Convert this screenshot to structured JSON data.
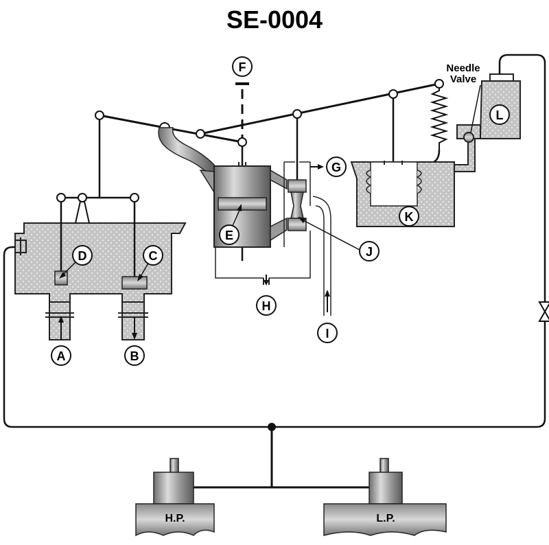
{
  "title": "SE-0004",
  "labels": {
    "A": "A",
    "B": "B",
    "C": "C",
    "D": "D",
    "E": "E",
    "F": "F",
    "G": "G",
    "H": "H",
    "I": "I",
    "J": "J",
    "K": "K",
    "L": "L"
  },
  "needle_valve": {
    "line1": "Needle",
    "line2": "Valve"
  },
  "engines": {
    "hp": "H.P.",
    "lp": "L.P."
  }
}
